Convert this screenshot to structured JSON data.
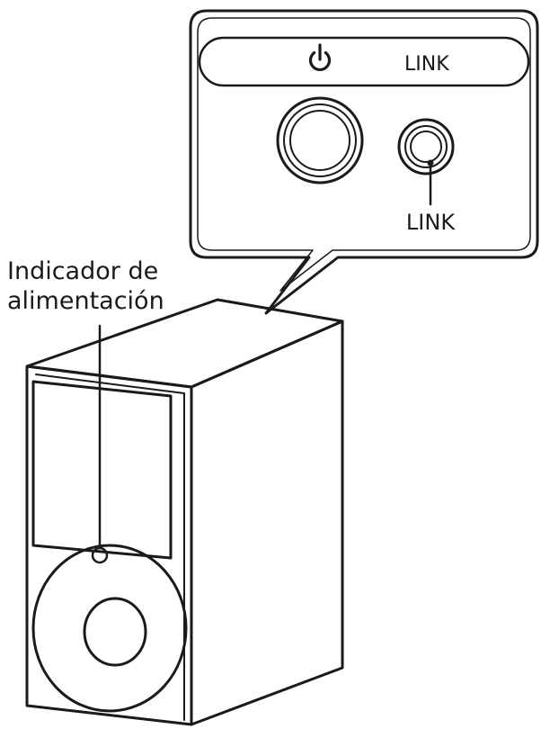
{
  "diagram": {
    "callout": {
      "power_icon": "power-icon",
      "panel_label": "LINK",
      "button_label": "LINK"
    },
    "indicator_label": {
      "line1": "Indicador de",
      "line2": "alimentación"
    }
  }
}
